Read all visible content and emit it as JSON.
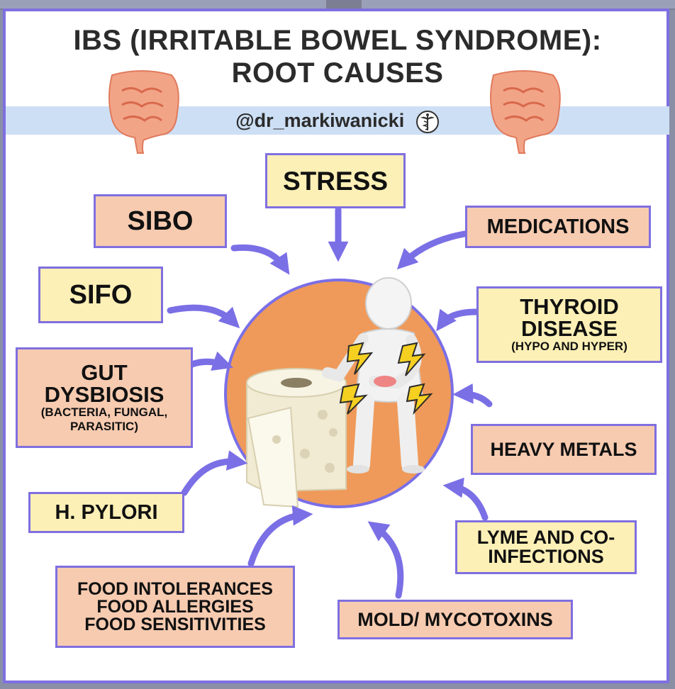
{
  "title_line1": "IBS (IRRITABLE BOWEL SYNDROME):",
  "title_line2": "ROOT CAUSES",
  "handle": "@dr_markiwanicki",
  "icons": {
    "intestine_left": "intestine-icon",
    "intestine_right": "intestine-icon",
    "handle_logo": "caduceus-icon",
    "center": "person-stomach-pain-with-toilet-paper"
  },
  "colors": {
    "accent_border": "#7f6fe0",
    "center_circle": "#ef9a5a",
    "box_yellow": "#fdf0b6",
    "box_peach": "#f7cbb0",
    "band": "#cddff5"
  },
  "causes": {
    "stress": "STRESS",
    "sibo": "SIBO",
    "medications": "MEDICATIONS",
    "sifo": "SIFO",
    "thyroid_line1": "THYROID",
    "thyroid_line2": "DISEASE",
    "thyroid_sub": "(HYPO AND HYPER)",
    "gut_line1": "GUT",
    "gut_line2": "DYSBIOSIS",
    "gut_sub1": "(BACTERIA, FUNGAL,",
    "gut_sub2": "PARASITIC)",
    "heavy_metals": "HEAVY METALS",
    "h_pylori": "H. PYLORI",
    "lyme_line1": "LYME AND CO-",
    "lyme_line2": "INFECTIONS",
    "food_line1": "FOOD INTOLERANCES",
    "food_line2": "FOOD ALLERGIES",
    "food_line3": "FOOD SENSITIVITIES",
    "mold": "MOLD/ MYCOTOXINS"
  }
}
